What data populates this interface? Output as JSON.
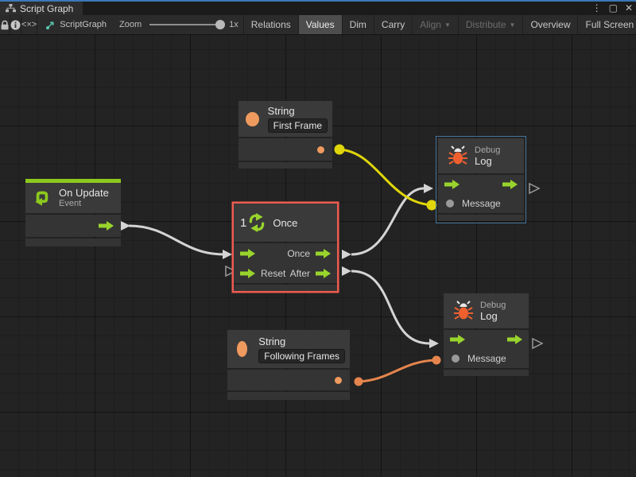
{
  "window": {
    "tab_title": "Script Graph",
    "controls": {
      "menu": "⋮",
      "maximize": "▢",
      "close": "✕"
    }
  },
  "toolbar": {
    "code_glyph": "<×>",
    "graph_label": "ScriptGraph",
    "zoom_label": "Zoom",
    "zoom_value": "1x",
    "dropdown_glyph": "▼",
    "buttons": [
      {
        "id": "relations",
        "label": "Relations",
        "active": false,
        "disabled": false
      },
      {
        "id": "values",
        "label": "Values",
        "active": true,
        "disabled": false
      },
      {
        "id": "dim",
        "label": "Dim",
        "active": false,
        "disabled": false
      },
      {
        "id": "carry",
        "label": "Carry",
        "active": false,
        "disabled": false
      },
      {
        "id": "align",
        "label": "Align",
        "active": false,
        "disabled": true,
        "dropdown": true
      },
      {
        "id": "distribute",
        "label": "Distribute",
        "active": false,
        "disabled": true,
        "dropdown": true
      },
      {
        "id": "overview",
        "label": "Overview",
        "active": false,
        "disabled": false
      },
      {
        "id": "fullscreen",
        "label": "Full Screen",
        "active": false,
        "disabled": false
      }
    ]
  },
  "nodes": {
    "string_top": {
      "title": "String",
      "value": "First Frame"
    },
    "on_update": {
      "title": "On Update",
      "subtitle": "Event"
    },
    "once": {
      "count": "1",
      "title": "Once",
      "out1_label": "Once",
      "in2_label": "Reset",
      "out2_label": "After",
      "selected": true
    },
    "debug_top": {
      "category": "Debug",
      "title": "Log",
      "input_label": "Message",
      "highlighted": true
    },
    "debug_bottom": {
      "category": "Debug",
      "title": "Log",
      "input_label": "Message",
      "highlighted": false
    },
    "string_bottom": {
      "title": "String",
      "value": "Following Frames"
    }
  },
  "edges": [
    {
      "from": "On Update",
      "from_port": "trigger",
      "to": "Once",
      "to_port": "enter",
      "color": "#d4d4d4"
    },
    {
      "from": "Once",
      "from_port": "Once",
      "to": "Debug Log (top)",
      "to_port": "enter",
      "color": "#d4d4d4"
    },
    {
      "from": "Once",
      "from_port": "After",
      "to": "Debug Log (bottom)",
      "to_port": "enter",
      "color": "#d4d4d4"
    },
    {
      "from": "String (First Frame)",
      "from_port": "value",
      "to": "Debug Log (top)",
      "to_port": "Message",
      "color": "#e0d60a"
    },
    {
      "from": "String (Following Frames)",
      "from_port": "value",
      "to": "Debug Log (bottom)",
      "to_port": "Message",
      "color": "#e5854d"
    }
  ],
  "colors": {
    "accent_green": "#99d42c",
    "port_orange": "#ef9a5e",
    "bug_orange": "#f0602f",
    "selection_red": "#ef5b50",
    "highlight_blue": "#44749c",
    "wire_white": "#d4d4d4",
    "wire_yellow": "#e0d60a",
    "wire_orange": "#e5854d",
    "asset_teal": "#5bc8ae",
    "focus_line_blue": "#3a78b8"
  }
}
